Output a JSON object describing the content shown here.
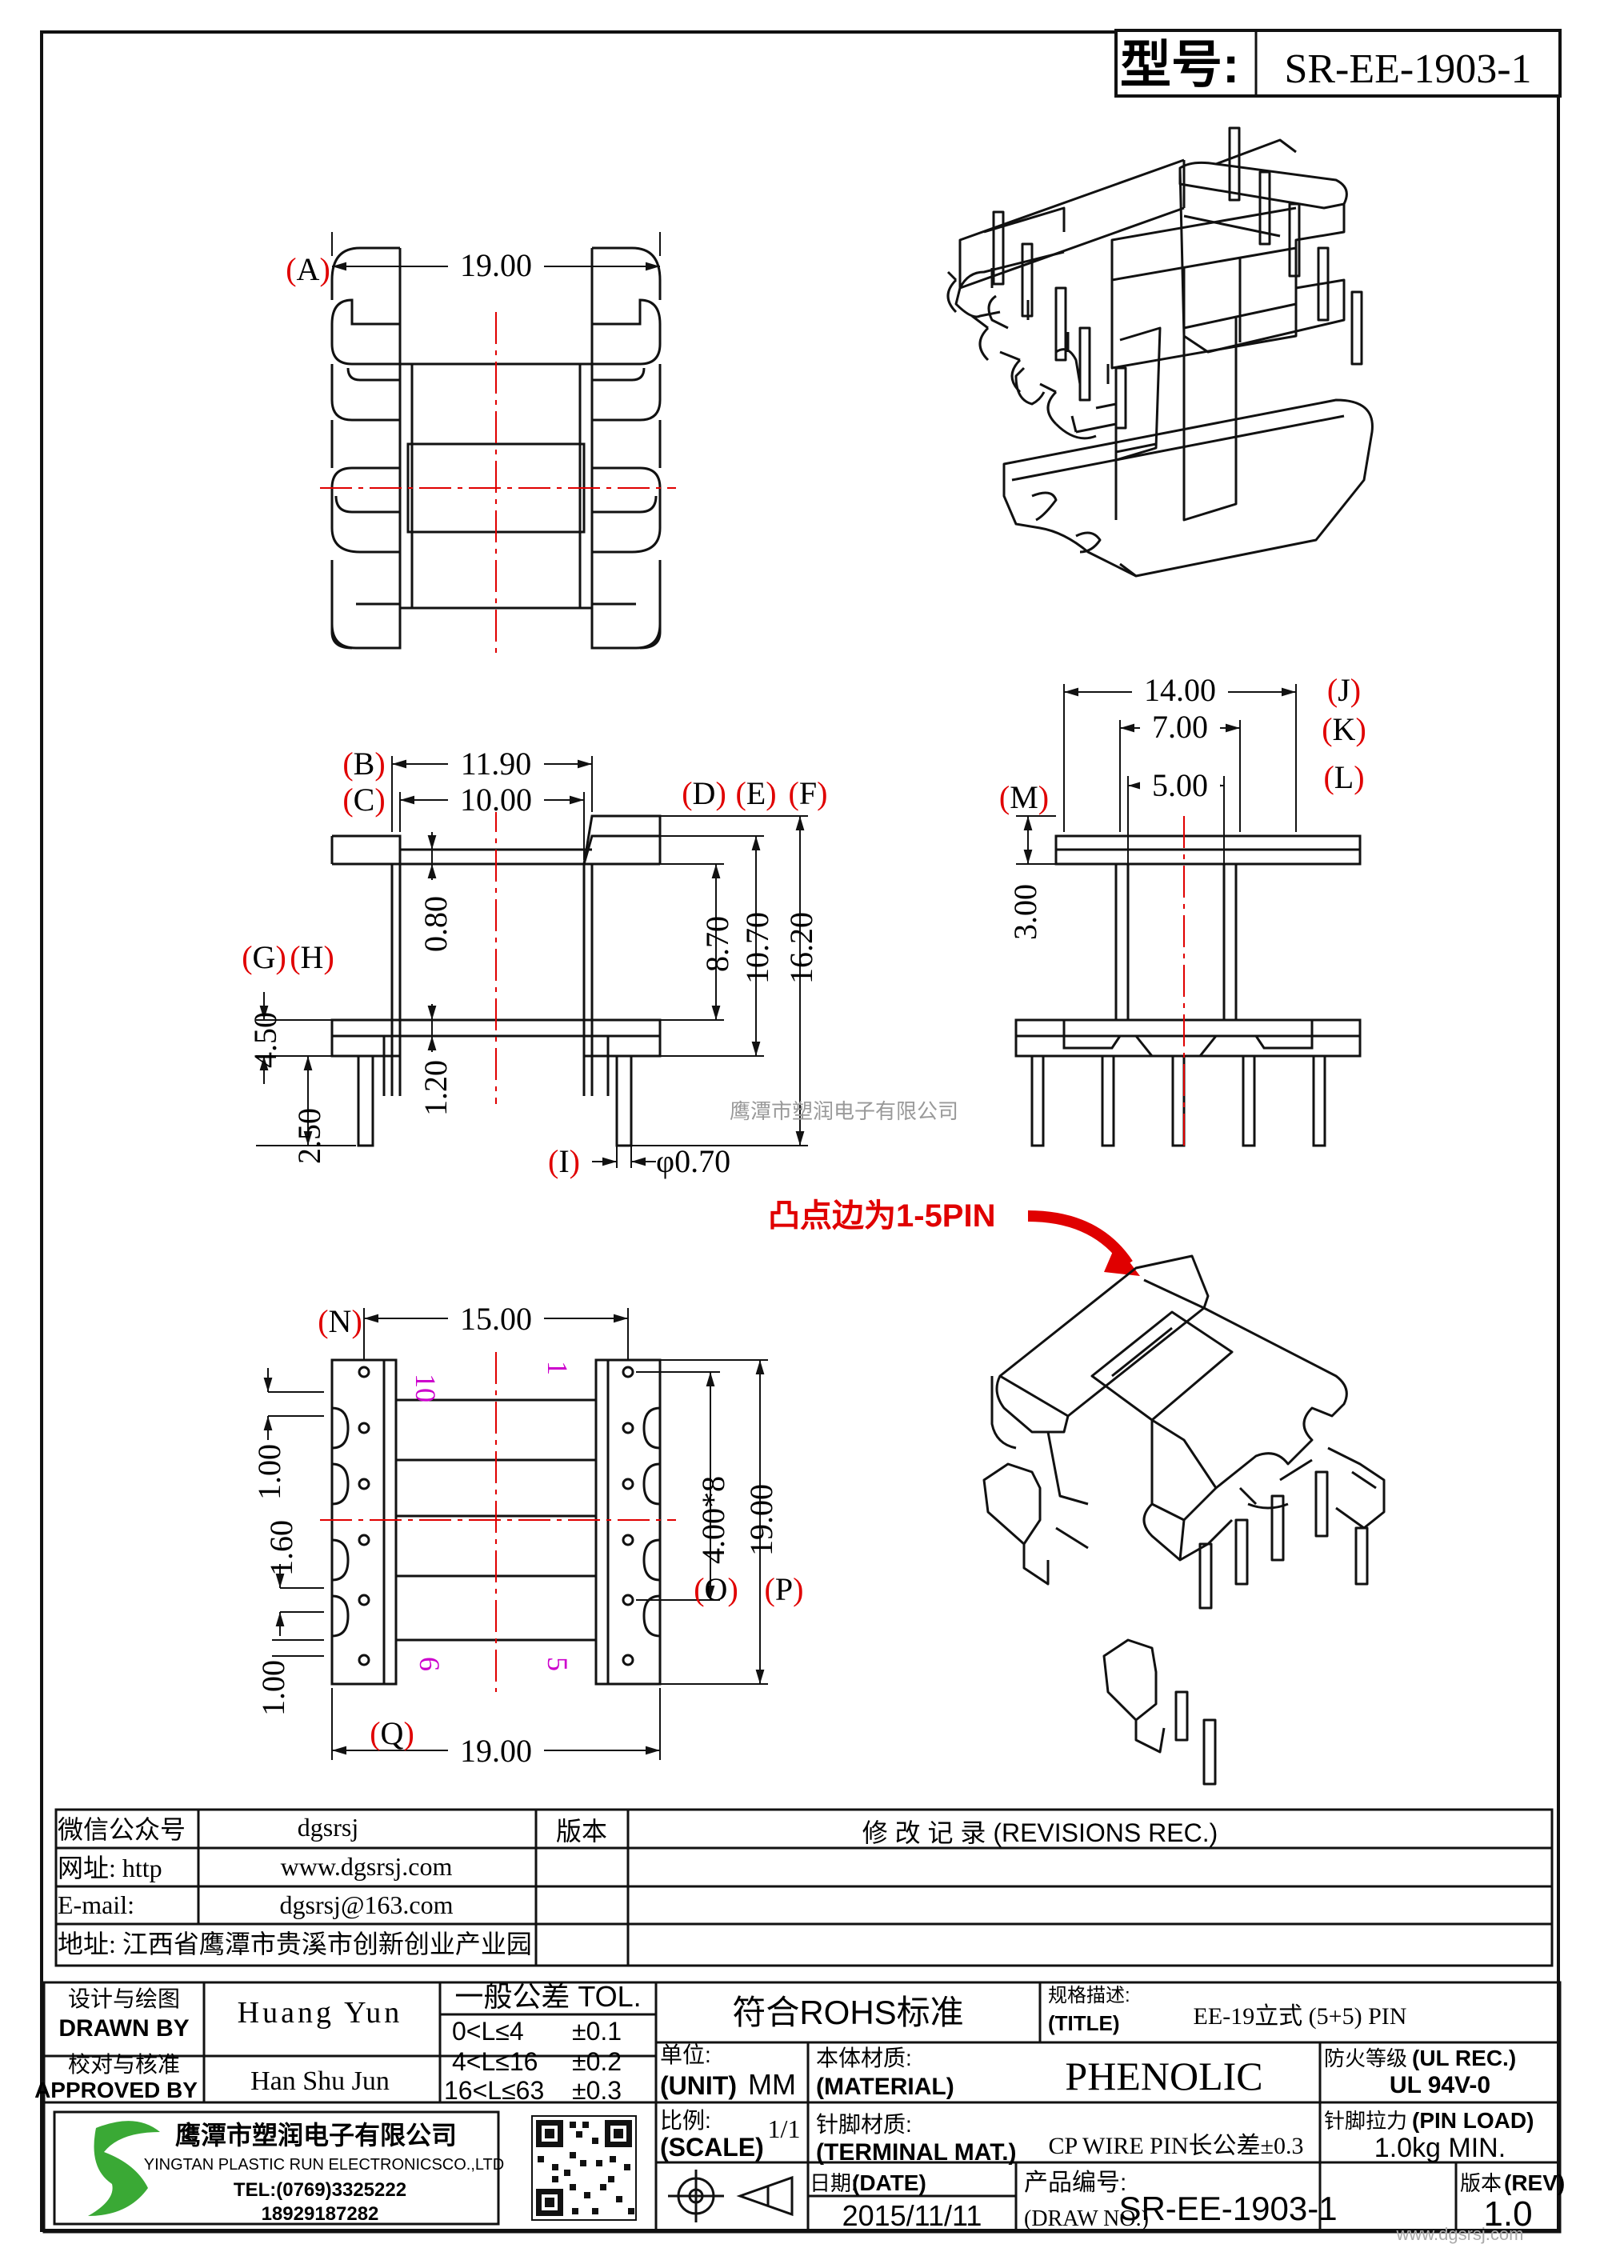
{
  "model_box": {
    "label": "型号:",
    "value": "SR-EE-1903-1"
  },
  "dimensions": {
    "A": "19.00",
    "B": "11.90",
    "C": "10.00",
    "D_8_70": "8.70",
    "E_10_70": "10.70",
    "F_16_20": "16.20",
    "dim_0_80": "0.80",
    "dim_1_20": "1.20",
    "G_4_50": "4.50",
    "H_2_50": "2.50",
    "I_pin": "φ0.70",
    "J": "14.00",
    "K": "7.00",
    "L": "5.00",
    "M": "3.00",
    "N": "15.00",
    "O": "4.00*8",
    "P": "19.00",
    "Q": "19.00",
    "dim_1_00_a": "1.00",
    "dim_1_60": "1.60",
    "dim_1_00_b": "1.00"
  },
  "letters": {
    "A": "A",
    "B": "B",
    "C": "C",
    "D": "D",
    "E": "E",
    "F": "F",
    "G": "G",
    "H": "H",
    "I": "I",
    "J": "J",
    "K": "K",
    "L": "L",
    "M": "M",
    "N": "N",
    "O": "O",
    "P": "P",
    "Q": "Q"
  },
  "pin_numbers": {
    "p10": "10",
    "p1": "1",
    "p6": "6",
    "p5": "5"
  },
  "watermark_center": "鹰潭市塑润电子有限公司",
  "callout": "凸点边为1-5PIN",
  "watermark_bottom": "www.dgsrsj.com",
  "info_table": {
    "rows": [
      {
        "label": "微信公众号",
        "value": "dgsrsj"
      },
      {
        "label": "网址: http",
        "value": "www.dgsrsj.com"
      },
      {
        "label": "E-mail:",
        "value": "dgsrsj@163.com"
      }
    ],
    "address": "地址: 江西省鹰潭市贵溪市创新创业产业园",
    "version_header": "版本",
    "revisions_header": "修 改 记 录  (REVISIONS REC.)"
  },
  "title_block": {
    "designer_label_cn": "设计与绘图",
    "designer_label_en": "DRAWN BY",
    "designer_name": "Huang  Yun",
    "approver_label_cn": "校对与核准",
    "approver_label_en": "APPROVED BY",
    "approver_name": "Han Shu Jun",
    "tol_header": "一般公差 TOL.",
    "tol_rows": [
      {
        "range": "0<L≤4",
        "tol": "±0.1"
      },
      {
        "range": "4<L≤16",
        "tol": "±0.2"
      },
      {
        "range": "16<L≤63",
        "tol": "±0.3"
      }
    ],
    "rohs": "符合ROHS标准",
    "spec_label_cn": "规格描述:",
    "spec_label_en": "(TITLE)",
    "spec_value": "EE-19立式 (5+5) PIN",
    "unit_label_cn": "单位:",
    "unit_label_en": "(UNIT)",
    "unit_value": "MM",
    "material_label_cn": "本体材质:",
    "material_label_en": "(MATERIAL)",
    "material_value": "PHENOLIC",
    "ul_label_cn": "防火等级",
    "ul_label_en": "(UL REC.)",
    "ul_value": "UL 94V-0",
    "scale_label_cn": "比例:",
    "scale_label_en": "(SCALE)",
    "scale_value": "1/1",
    "terminal_label_cn": "针脚材质:",
    "terminal_label_en": "(TERMINAL MAT.)",
    "terminal_value": "CP WIRE  PIN长公差±0.3",
    "pinload_label_cn": "针脚拉力",
    "pinload_label_en": "(PIN LOAD)",
    "pinload_value": "1.0kg MIN.",
    "date_label_cn": "日期:",
    "date_label_en": "(DATE)",
    "date_value": "2015/11/11",
    "drawno_label_cn": "产品编号:",
    "drawno_label_en": "(DRAW NO.)",
    "drawno_value": "SR-EE-1903-1",
    "rev_label_cn": "版本",
    "rev_label_en": "(REV)",
    "rev_value": "1.0",
    "company_cn": "鹰潭市塑润电子有限公司",
    "company_en": "YINGTAN PLASTIC RUN ELECTRONICSCO.,LTD",
    "tel": "TEL:(0769)3325222",
    "mobile": "18929187282"
  },
  "colors": {
    "line": "#111111",
    "center": "#e00000",
    "pinnum": "#cc00cc",
    "callout": "#e00000",
    "logo": "#3aa935"
  }
}
